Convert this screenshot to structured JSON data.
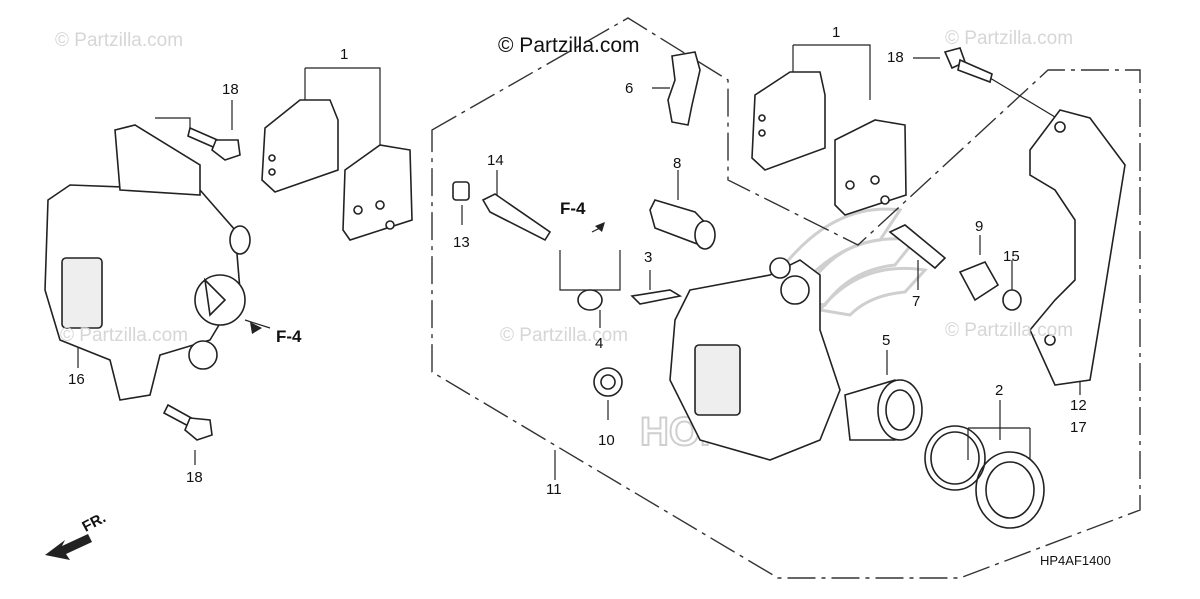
{
  "watermark_main": "© Partzilla.com",
  "watermarks": [
    "© Partzilla.com",
    "© Partzilla.com",
    "© Partzilla.com",
    "© Partzilla.com",
    "© Partzilla.com"
  ],
  "diagram_code": "HP4AF1400",
  "front_arrow_label": "FR.",
  "callouts": {
    "c1a": "1",
    "c1b": "1",
    "c2": "2",
    "c3": "3",
    "c4": "4",
    "c5": "5",
    "c6": "6",
    "c7": "7",
    "c8": "8",
    "c9": "9",
    "c10": "10",
    "c11": "11",
    "c12": "12",
    "c13": "13",
    "c14": "14",
    "c15": "15",
    "c16": "16",
    "c17": "17",
    "c18a": "18",
    "c18b": "18",
    "c18c": "18",
    "f4a": "F-4",
    "f4b": "F-4"
  },
  "colors": {
    "line": "#222222",
    "watermark": "#d6d6d6",
    "honda_logo": "#c8c8c8"
  }
}
